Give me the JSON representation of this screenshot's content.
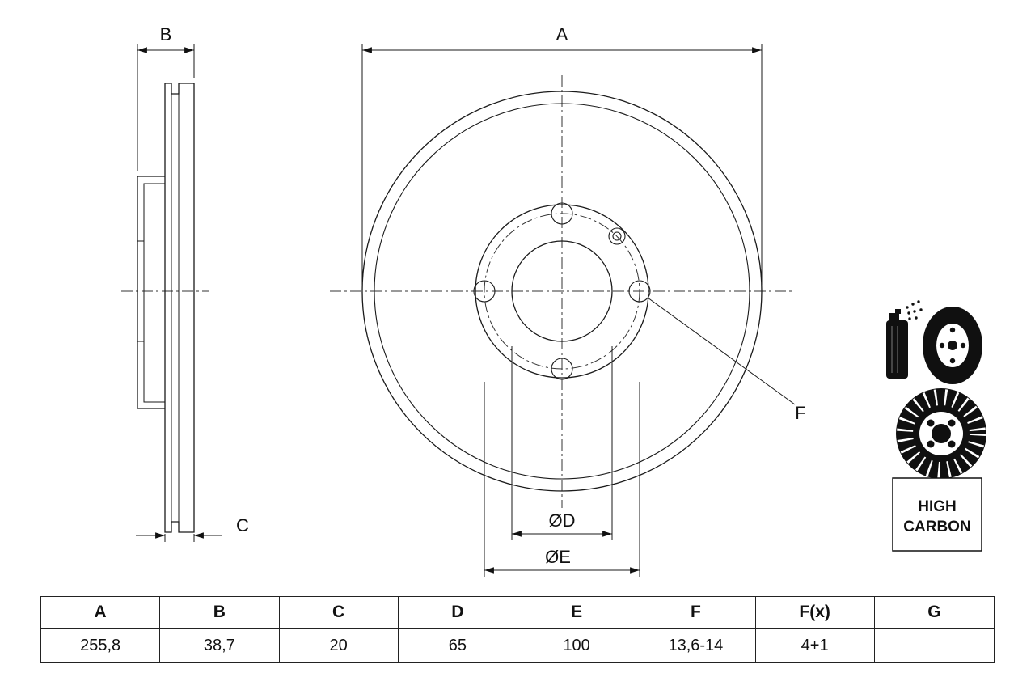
{
  "drawing": {
    "dimensions": {
      "a": "A",
      "b": "B",
      "c": "C",
      "d": "ØD",
      "e": "ØE",
      "f": "F"
    },
    "badge": {
      "line1": "HIGH",
      "line2": "CARBON"
    },
    "icons": {
      "spray_can": "spray-can-with-disc",
      "brake_disc": "vented-brake-disc-front-view"
    }
  },
  "table": {
    "headers": [
      "A",
      "B",
      "C",
      "D",
      "E",
      "F",
      "F(x)",
      "G"
    ],
    "values": [
      "255,8",
      "38,7",
      "20",
      "65",
      "100",
      "13,6-14",
      "4+1",
      ""
    ]
  }
}
